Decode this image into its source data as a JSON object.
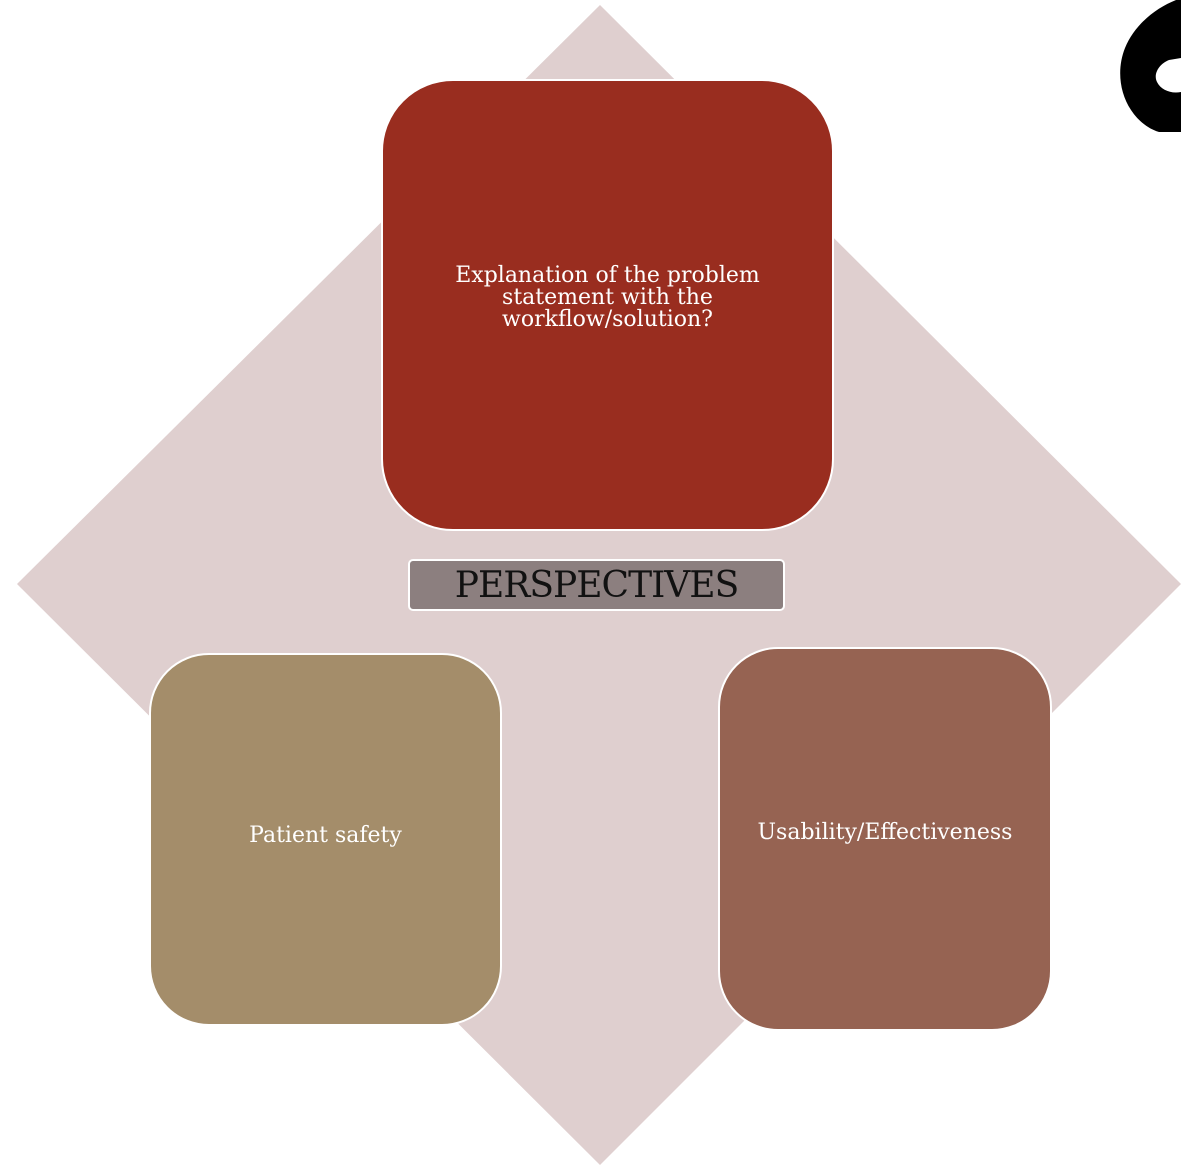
{
  "colors": {
    "diamond": "#dfcfcf",
    "top_box": "#992d1f",
    "left_box": "#a48d6a",
    "right_box": "#966352",
    "center_label": "#8c7f7f",
    "corner_glyph": "#000000"
  },
  "diagram": {
    "center_label": "PERSPECTIVES",
    "top_box": "Explanation of the problem statement with the workflow/solution?",
    "left_box": "Patient safety",
    "right_box": "Usability/Effectiveness"
  },
  "decorations": {
    "corner_icon": "partial-black-logo-icon"
  }
}
